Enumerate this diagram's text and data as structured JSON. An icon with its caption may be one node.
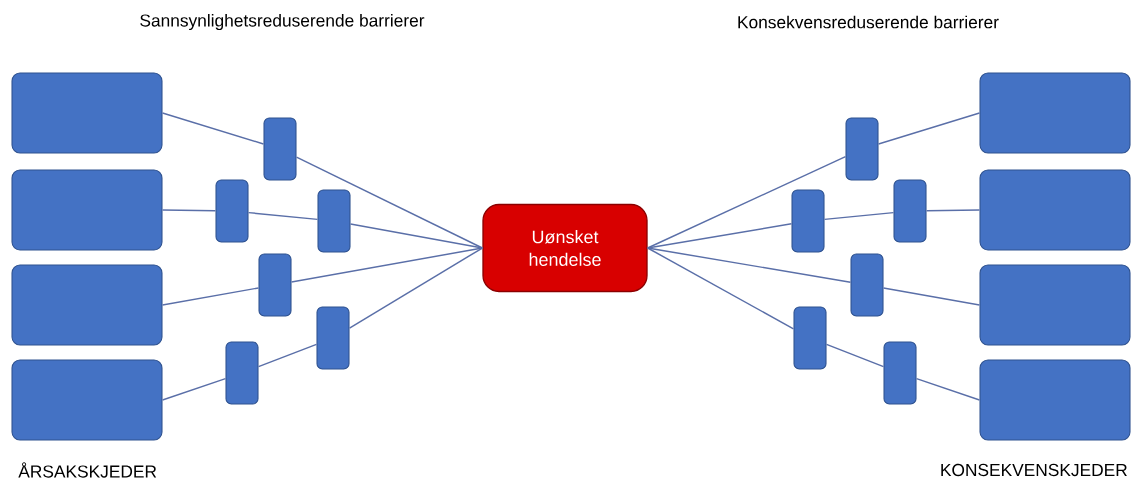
{
  "diagram": {
    "nodes": [
      {
        "text": [],
        "shape": "box"
      },
      {
        "text": [],
        "shape": "box"
      },
      {
        "text": [],
        "shape": "box"
      },
      {
        "text": [],
        "shape": "box"
      },
      {
        "text": [],
        "shape": "box"
      },
      {
        "text": [],
        "shape": "box"
      },
      {
        "text": [],
        "shape": "box"
      },
      {
        "text": [],
        "shape": "box"
      },
      {
        "text": [],
        "shape": "box"
      },
      {
        "text": [],
        "shape": "box"
      },
      {
        "text": [
          "Uønsket hendelse"
        ]
      },
      {
        "text": [],
        "shape": "box"
      },
      {
        "text": [],
        "shape": "box"
      },
      {
        "text": [],
        "shape": "box"
      },
      {
        "text": [],
        "shape": "box"
      },
      {
        "text": [],
        "shape": "box"
      },
      {
        "text": [],
        "shape": "box"
      },
      {
        "text": [],
        "shape": "box"
      },
      {
        "text": [],
        "shape": "box"
      },
      {
        "text": [],
        "shape": "box"
      },
      {
        "text": [],
        "shape": "box"
      }
    ],
    "edges": [
      {
        "from": 0,
        "to": 4,
        "arrow": "none"
      },
      {
        "from": 4,
        "to": 10,
        "arrow": "none"
      },
      {
        "from": 1,
        "to": 5,
        "arrow": "none"
      },
      {
        "from": 5,
        "to": 6,
        "arrow": "none"
      },
      {
        "from": 6,
        "to": 10,
        "arrow": "none"
      },
      {
        "from": 2,
        "to": 7,
        "arrow": "none"
      },
      {
        "from": 7,
        "to": 10,
        "arrow": "none"
      },
      {
        "from": 3,
        "to": 9,
        "arrow": "none"
      },
      {
        "from": 9,
        "to": 8,
        "arrow": "none"
      },
      {
        "from": 8,
        "to": 10,
        "arrow": "none"
      },
      {
        "from": 10,
        "to": 11,
        "arrow": "none"
      },
      {
        "from": 11,
        "to": 17,
        "arrow": "none"
      },
      {
        "from": 10,
        "to": 13,
        "arrow": "none"
      },
      {
        "from": 13,
        "to": 12,
        "arrow": "none"
      },
      {
        "from": 12,
        "to": 18,
        "arrow": "none"
      },
      {
        "from": 10,
        "to": 14,
        "arrow": "none"
      },
      {
        "from": 14,
        "to": 19,
        "arrow": "none"
      },
      {
        "from": 10,
        "to": 15,
        "arrow": "none"
      },
      {
        "from": 15,
        "to": 16,
        "arrow": "none"
      },
      {
        "from": 16,
        "to": 20,
        "arrow": "none"
      }
    ],
    "labels": [
      "Sannsynlighetsreduserende barrierer",
      "Konsekvensreduserende barrierer",
      "ÅRSAKSKJEDER",
      "KONSEKVENSKJEDER"
    ]
  }
}
